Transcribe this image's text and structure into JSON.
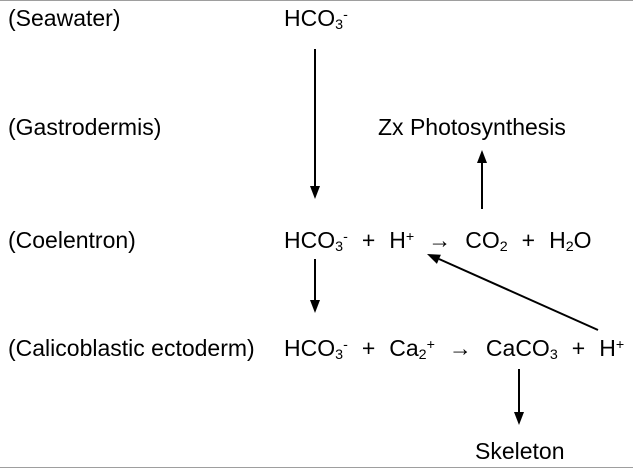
{
  "colors": {
    "background": "#ffffff",
    "text": "#000000",
    "arrow": "#000000",
    "frame_border": "#9e9e9e"
  },
  "labels": {
    "seawater": "(Seawater)",
    "gastrodermis": "(Gastrodermis)",
    "coelentron": "(Coelentron)",
    "calicoblastic_ectoderm": "(Calicoblastic ectoderm)",
    "photosynthesis": "Zx Photosynthesis",
    "skeleton": "Skeleton"
  },
  "species": {
    "hco3_seawater": {
      "base": "HCO",
      "sub": "3",
      "sup": "-"
    },
    "hco3_coelentron": {
      "base": "HCO",
      "sub": "3",
      "sup": "-"
    },
    "h_coelentron": {
      "base": "H",
      "sup": "+"
    },
    "co2": {
      "base": "CO",
      "sub": "2"
    },
    "h2o": {
      "pre": "H",
      "sub": "2",
      "post": "O"
    },
    "hco3_calicoblastic": {
      "base": "HCO",
      "sub": "3",
      "sup": "-"
    },
    "ca": {
      "base": "Ca",
      "sub": "2",
      "sup": "+"
    },
    "caco3": {
      "base": "CaCO",
      "sub": "3"
    },
    "h_calicoblastic": {
      "base": "H",
      "sup": "+"
    }
  },
  "operators": {
    "plus": "+",
    "yields": "→"
  },
  "arrows": [
    {
      "name": "seawater-hco3-down-arrow"
    },
    {
      "name": "co2-to-photosynthesis-up-arrow"
    },
    {
      "name": "coelentron-hco3-down-arrow"
    },
    {
      "name": "h-plus-recycle-diagonal-arrow"
    },
    {
      "name": "caco3-to-skeleton-down-arrow"
    }
  ]
}
